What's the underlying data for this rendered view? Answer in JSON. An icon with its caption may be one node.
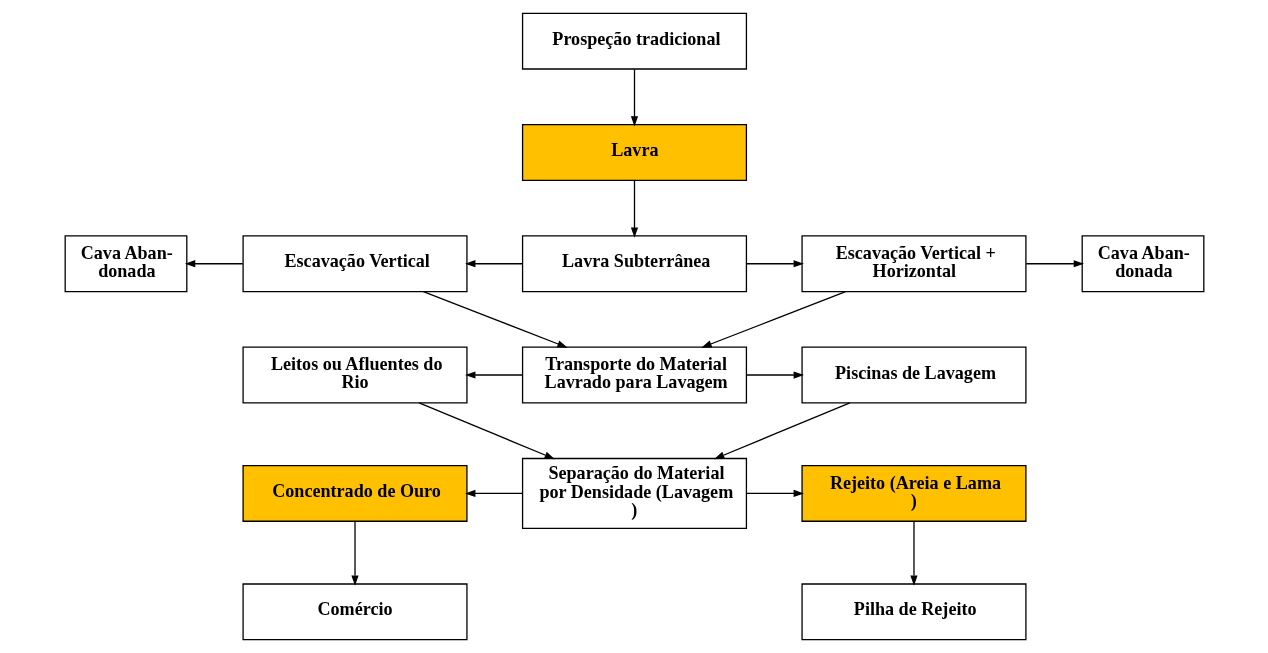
{
  "diagram": {
    "nodes": [
      {
        "text": [
          "Prospeção tradicional"
        ]
      },
      {
        "text": [
          "Lavra"
        ]
      },
      {
        "text": [
          "Cava Aban- donada"
        ]
      },
      {
        "text": [
          "Escavação Vertical"
        ]
      },
      {
        "text": [
          "Lavra Subterrânea"
        ]
      },
      {
        "text": [
          "Escavação Vertical + Horizontal"
        ]
      },
      {
        "text": [
          "Cava Aban- donada"
        ]
      },
      {
        "text": [
          "Leitos ou Afluentes do Rio"
        ]
      },
      {
        "text": [
          "Transporte do Material Lavrado para Lavagem"
        ]
      },
      {
        "text": [
          "Piscinas de Lavagem"
        ]
      },
      {
        "text": [
          "Concentrado de Ouro"
        ]
      },
      {
        "text": [
          "Separação do Material por Densidade (Lavagem )"
        ]
      },
      {
        "text": [
          "Rejeito (Areia e Lama )"
        ]
      },
      {
        "text": [
          "Comércio"
        ]
      },
      {
        "text": [
          "Pilha de Rejeito"
        ]
      }
    ],
    "edges": [
      {
        "from": 0,
        "to": 1,
        "arrow": "to"
      },
      {
        "from": 1,
        "to": 4,
        "arrow": "to"
      },
      {
        "from": 4,
        "to": 3,
        "arrow": "to"
      },
      {
        "from": 4,
        "to": 5,
        "arrow": "to"
      },
      {
        "from": 3,
        "to": 2,
        "arrow": "to"
      },
      {
        "from": 5,
        "to": 6,
        "arrow": "to"
      },
      {
        "from": 3,
        "to": 8,
        "arrow": "to"
      },
      {
        "from": 5,
        "to": 8,
        "arrow": "to"
      },
      {
        "from": 8,
        "to": 7,
        "arrow": "to"
      },
      {
        "from": 8,
        "to": 9,
        "arrow": "to"
      },
      {
        "from": 7,
        "to": 11,
        "arrow": "to"
      },
      {
        "from": 9,
        "to": 11,
        "arrow": "to"
      },
      {
        "from": 11,
        "to": 10,
        "arrow": "to"
      },
      {
        "from": 11,
        "to": 12,
        "arrow": "to"
      },
      {
        "from": 10,
        "to": 13,
        "arrow": "to"
      },
      {
        "from": 12,
        "to": 14,
        "arrow": "to"
      }
    ]
  }
}
